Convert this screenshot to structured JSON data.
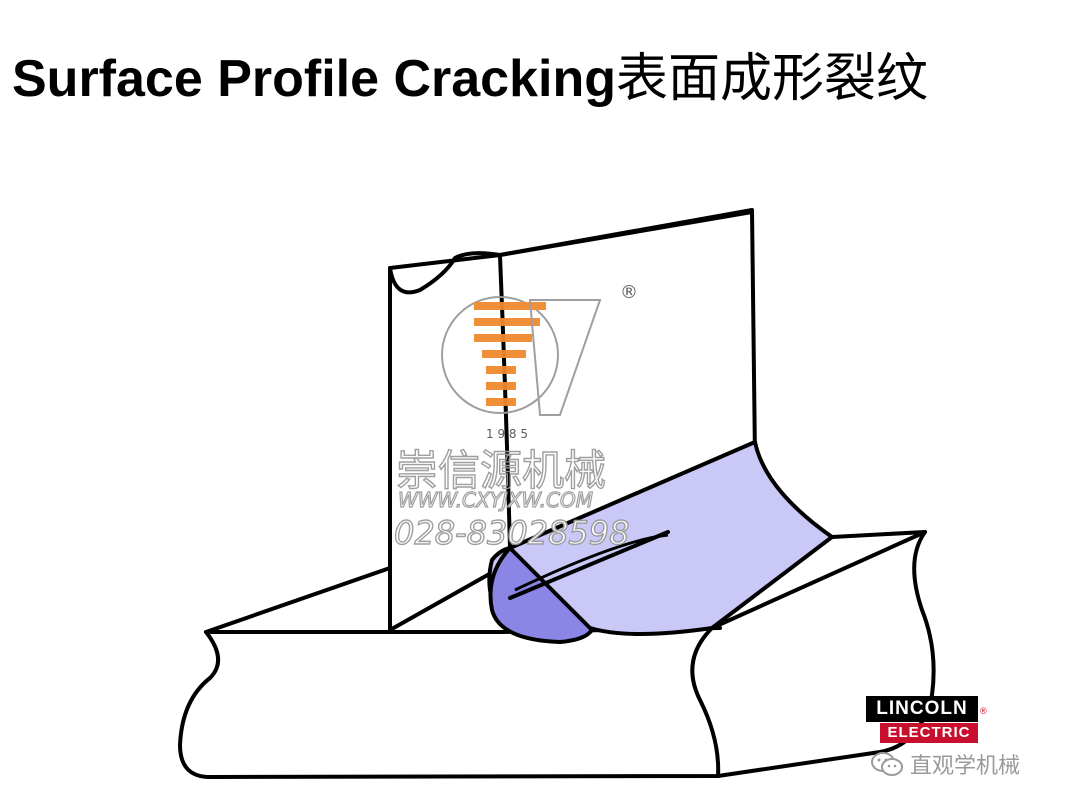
{
  "title": {
    "en": "Surface Profile Cracking",
    "cn": "表面成形裂纹"
  },
  "watermark": {
    "reg_mark": "®",
    "year": "1 9 8 5",
    "company": "崇信源机械",
    "website": "WWW.CXYJXW.COM",
    "phone": "028-83028598"
  },
  "brand_logo": {
    "line1": "LINCOLN",
    "line2": "ELECTRIC",
    "reg_mark": "®"
  },
  "wechat_account": "直观学机械",
  "colors": {
    "weld_fill": "#c9c8f7",
    "weld_face": "#8b86e6",
    "outline": "#000000",
    "watermark_orange": "#f08a2c",
    "watermark_gray": "#9a9a9a",
    "logo_red": "#c8102e"
  }
}
